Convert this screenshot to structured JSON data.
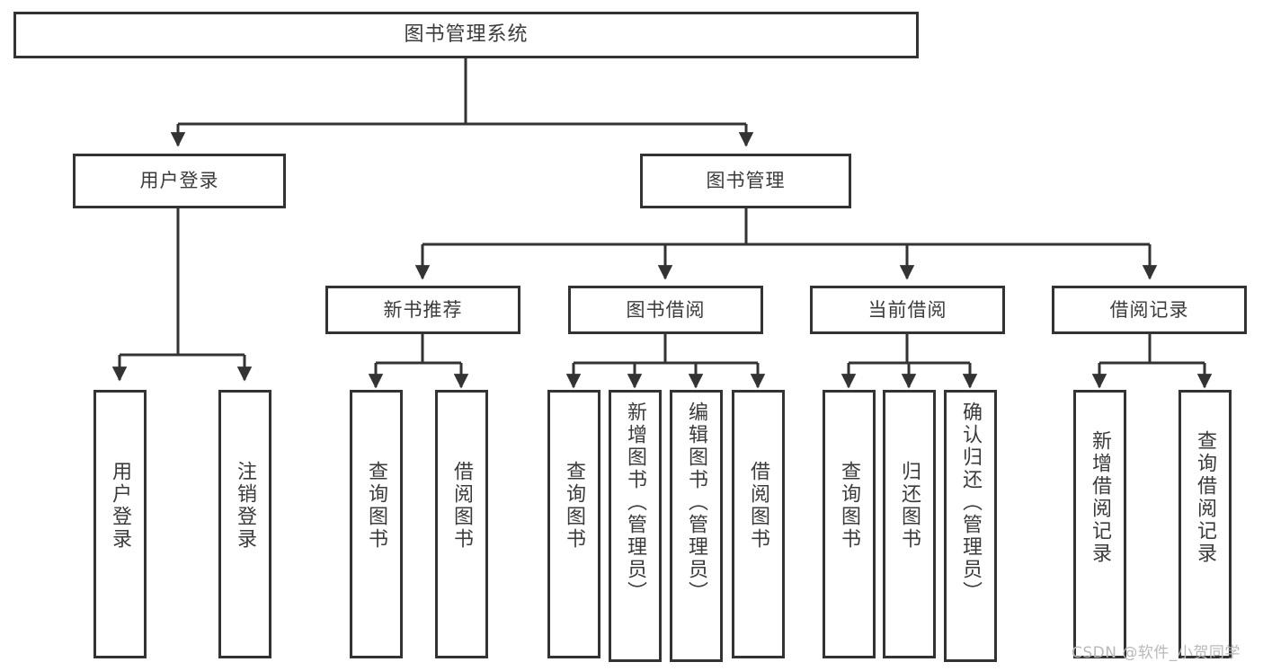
{
  "diagram": {
    "type": "tree",
    "title": "图书管理系统",
    "root": {
      "label": "图书管理系统"
    },
    "level2": [
      {
        "label": "用户登录"
      },
      {
        "label": "图书管理"
      }
    ],
    "level3": [
      {
        "label": "新书推荐"
      },
      {
        "label": "图书借阅"
      },
      {
        "label": "当前借阅"
      },
      {
        "label": "借阅记录"
      }
    ],
    "leaves": {
      "user_login": [
        {
          "label": "用户登录"
        },
        {
          "label": "注销登录"
        }
      ],
      "new_book": [
        {
          "label": "查询图书"
        },
        {
          "label": "借阅图书"
        }
      ],
      "borrow": [
        {
          "label": "查询图书"
        },
        {
          "label": "新增图书（管理员）"
        },
        {
          "label": "编辑图书（管理员）"
        },
        {
          "label": "借阅图书"
        }
      ],
      "current": [
        {
          "label": "查询图书"
        },
        {
          "label": "归还图书"
        },
        {
          "label": "确认归还（管理员）"
        }
      ],
      "records": [
        {
          "label": "新增借阅记录"
        },
        {
          "label": "查询借阅记录"
        }
      ]
    }
  },
  "watermark": {
    "text": "CSDN @软件_小贺同学"
  },
  "colors": {
    "stroke": "#333333",
    "text": "#3b3b3b",
    "background": "#ffffff",
    "watermark": "#b9b9b9"
  }
}
